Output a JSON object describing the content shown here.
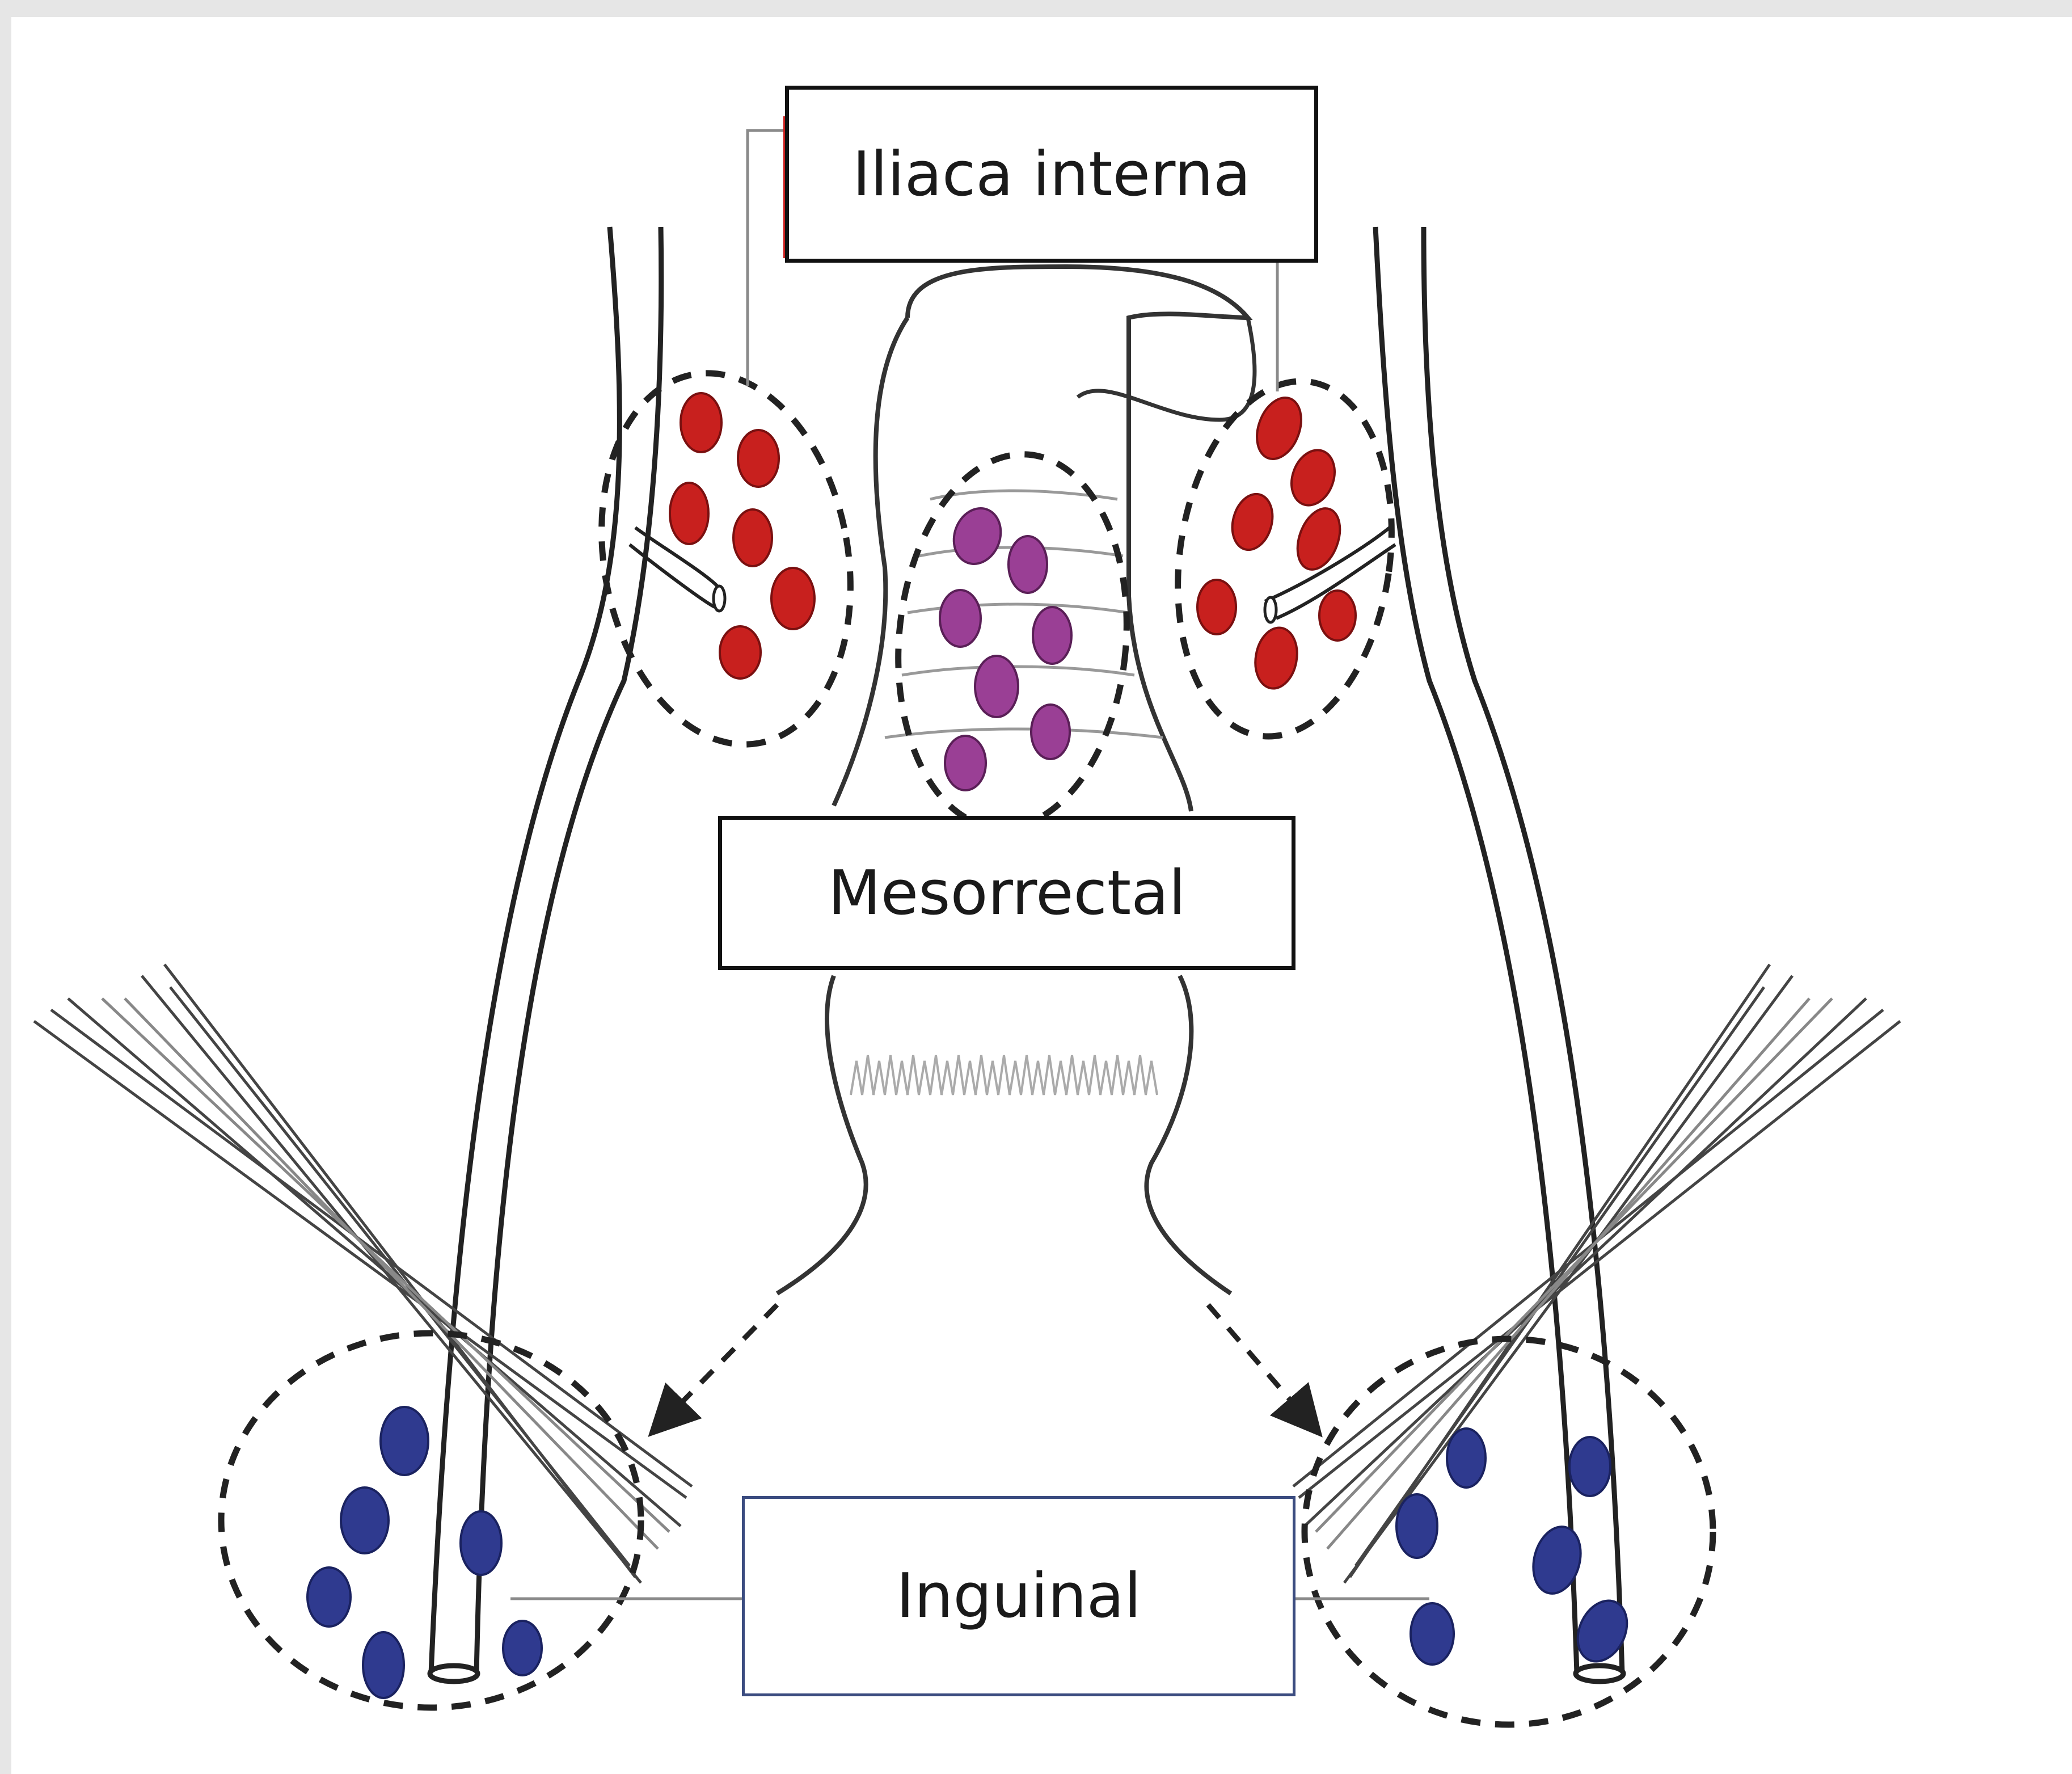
{
  "labels": {
    "internal_iliac": "Iliaca interna",
    "mesorectal": "Mesorrectal",
    "inguinal": "Inguinal"
  },
  "colors": {
    "internal_iliac_nodes": "#c8201e",
    "mesorectal_nodes": "#9a3f95",
    "inguinal_nodes": "#2f3a8f",
    "outline": "#222222"
  },
  "icons": {
    "node_groups": "dashed-ellipse",
    "flow": "arrow-icon"
  }
}
